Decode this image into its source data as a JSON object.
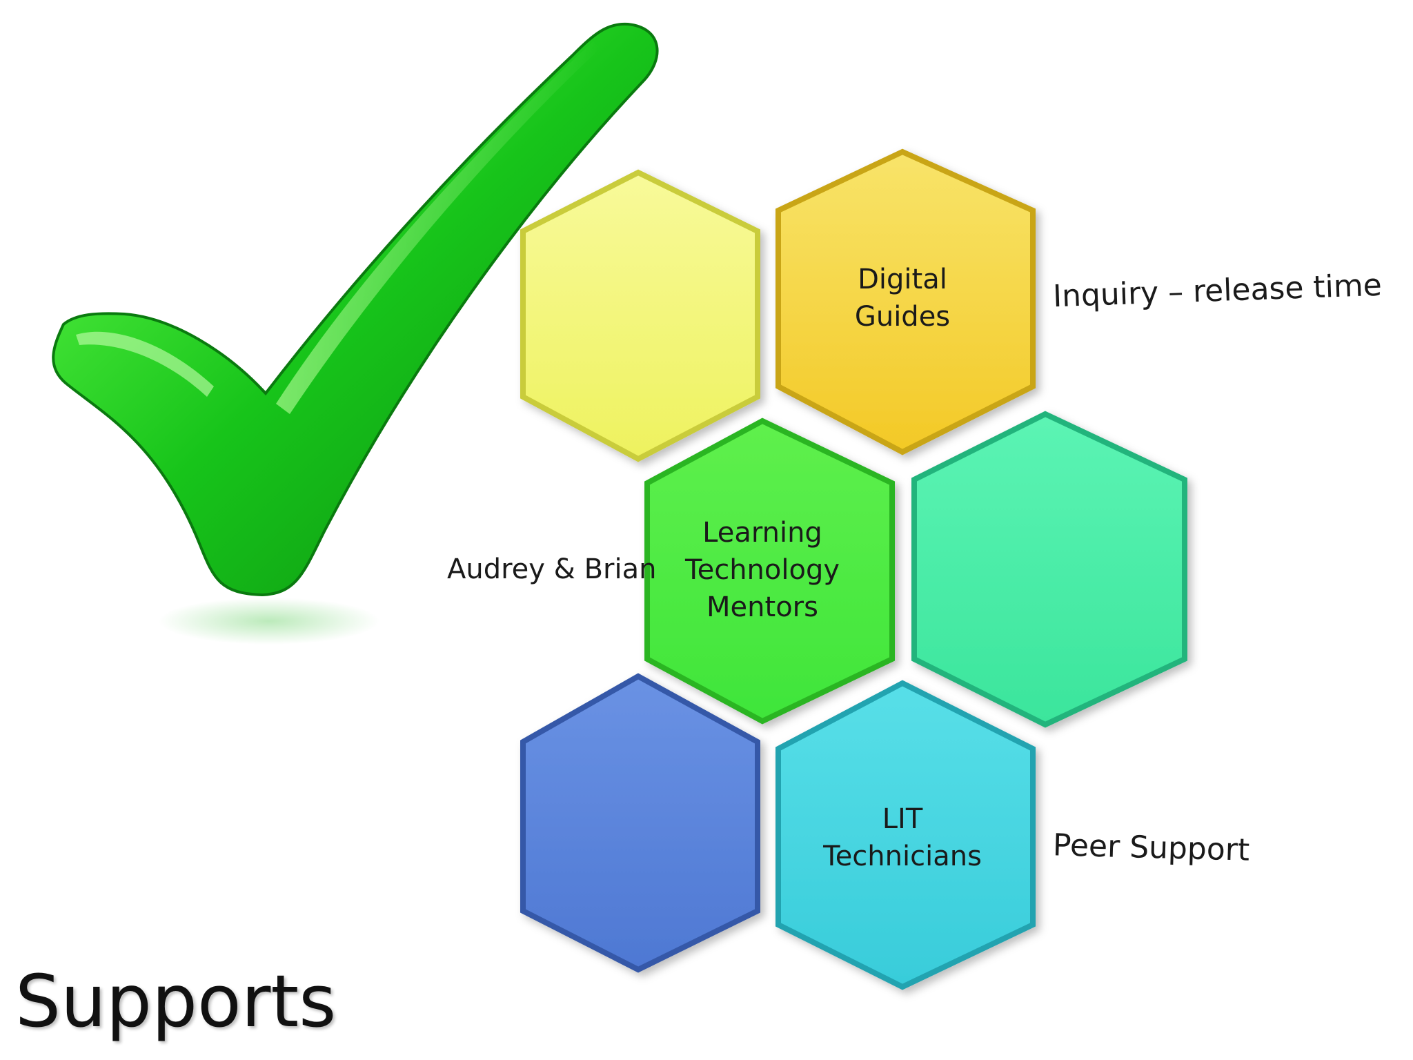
{
  "slide": {
    "title": "Supports",
    "hexagons": [
      {
        "id": "yellow-light",
        "lines": [],
        "color": "#f4f774"
      },
      {
        "id": "yellow",
        "lines": [
          "Digital",
          "Guides"
        ],
        "color": "#f6d640"
      },
      {
        "id": "green",
        "lines": [
          "Learning",
          "Technology",
          "Mentors"
        ],
        "color": "#4fed40"
      },
      {
        "id": "teal",
        "lines": [],
        "color": "#49f0a8"
      },
      {
        "id": "blue",
        "lines": [],
        "color": "#5a85dc"
      },
      {
        "id": "cyan",
        "lines": [
          "LIT",
          "Technicians"
        ],
        "color": "#43d6e2"
      }
    ],
    "side_labels": {
      "inquiry": "Inquiry – release time",
      "audrey": "Audrey & Brian",
      "peer": "Peer Support"
    },
    "icons": {
      "checkmark": "green-checkmark-icon"
    }
  }
}
